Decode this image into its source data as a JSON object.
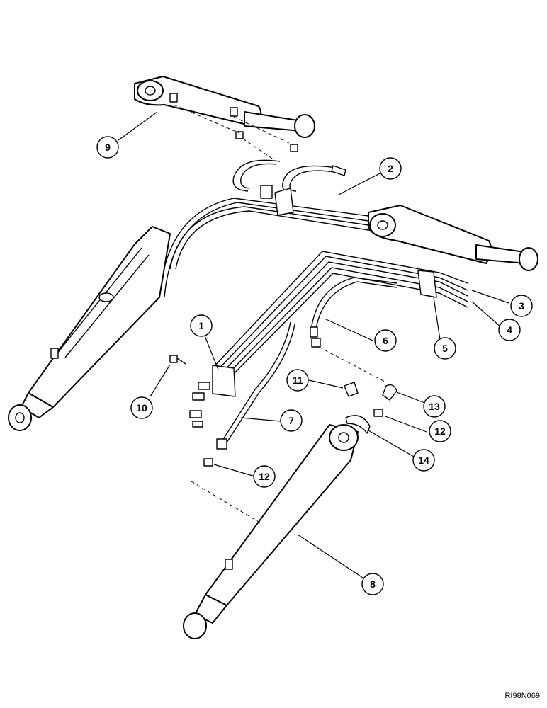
{
  "callouts": [
    {
      "id": "1",
      "label": "1"
    },
    {
      "id": "2",
      "label": "2"
    },
    {
      "id": "3",
      "label": "3"
    },
    {
      "id": "4",
      "label": "4"
    },
    {
      "id": "5",
      "label": "5"
    },
    {
      "id": "6",
      "label": "6"
    },
    {
      "id": "7",
      "label": "7"
    },
    {
      "id": "8",
      "label": "8"
    },
    {
      "id": "9",
      "label": "9"
    },
    {
      "id": "10",
      "label": "10"
    },
    {
      "id": "11",
      "label": "11"
    },
    {
      "id": "12a",
      "label": "12"
    },
    {
      "id": "12b",
      "label": "12"
    },
    {
      "id": "13",
      "label": "13"
    },
    {
      "id": "14",
      "label": "14"
    }
  ],
  "drawing_ref": "RI98N069"
}
